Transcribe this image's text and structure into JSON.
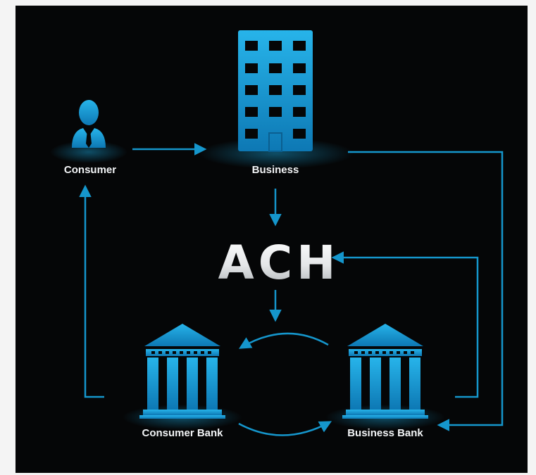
{
  "diagram": {
    "center_label": "ACH",
    "nodes": {
      "consumer": {
        "label": "Consumer",
        "icon": "person-icon"
      },
      "business": {
        "label": "Business",
        "icon": "office-building-icon"
      },
      "consumer_bank": {
        "label": "Consumer Bank",
        "icon": "bank-icon"
      },
      "business_bank": {
        "label": "Business Bank",
        "icon": "bank-icon"
      }
    },
    "colors": {
      "background": "#050607",
      "accent": "#1aa6dc",
      "line": "#1596cc",
      "label": "#f2f4f6"
    }
  }
}
